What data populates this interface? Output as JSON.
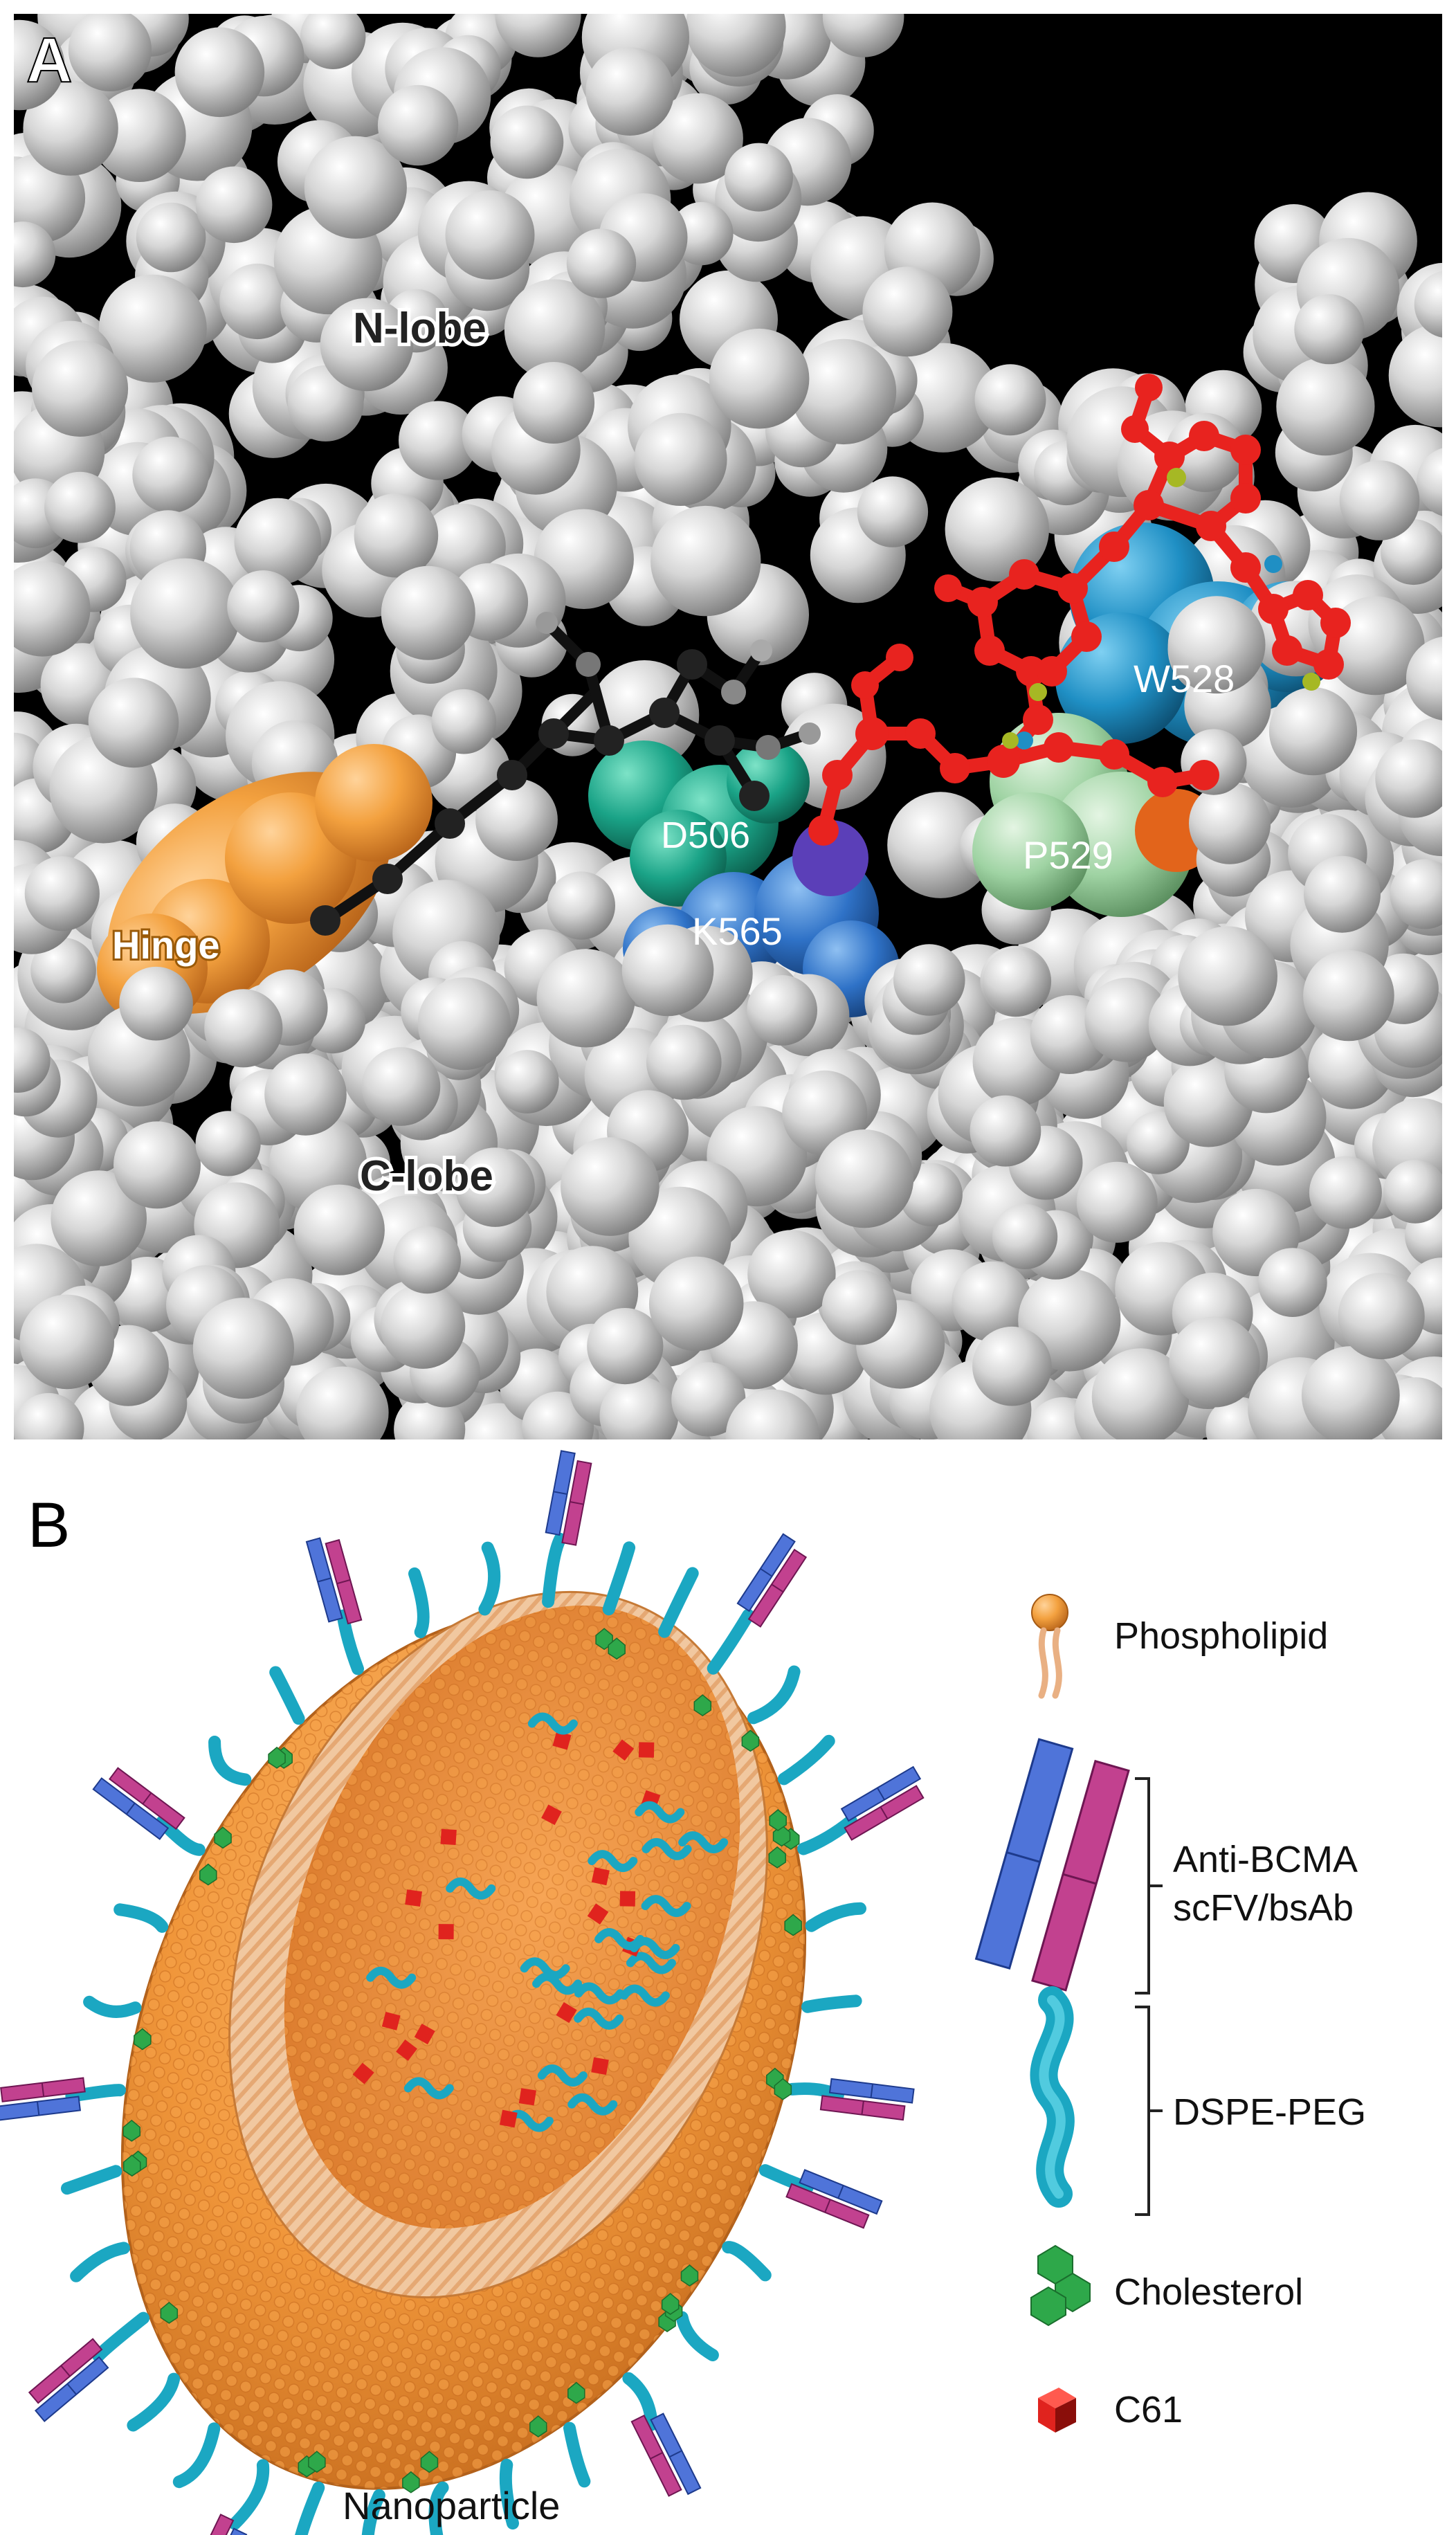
{
  "panel_a": {
    "letter": "A",
    "labels": {
      "n_lobe": "N-lobe",
      "c_lobe": "C-lobe",
      "hinge": "Hinge",
      "d506": "D506",
      "k565": "K565",
      "w528": "W528",
      "p529": "P529"
    }
  },
  "panel_b": {
    "letter": "B",
    "caption": "Nanoparticle",
    "legend": {
      "phospholipid": "Phospholipid",
      "antibody_line1": "Anti-BCMA",
      "antibody_line2": "scFV/bsAb",
      "dspe_peg": "DSPE-PEG",
      "cholesterol": "Cholesterol",
      "c61": "C61"
    }
  },
  "colors": {
    "protein_surface": "#d2d2d2",
    "background_a": "#000000",
    "ligand": "#e8231f",
    "hinge": "#e39a16",
    "d506": "#1aa387",
    "k565": "#2f72c7",
    "w528": "#1f8fc4",
    "p529": "#9fd3a3",
    "orange_lipid": "#f39a3c",
    "peg": "#20b7cf",
    "cholesterol": "#2ea84a",
    "antibody_blue": "#4f74d9",
    "antibody_magenta": "#c2418f",
    "c61": "#e0231e"
  }
}
